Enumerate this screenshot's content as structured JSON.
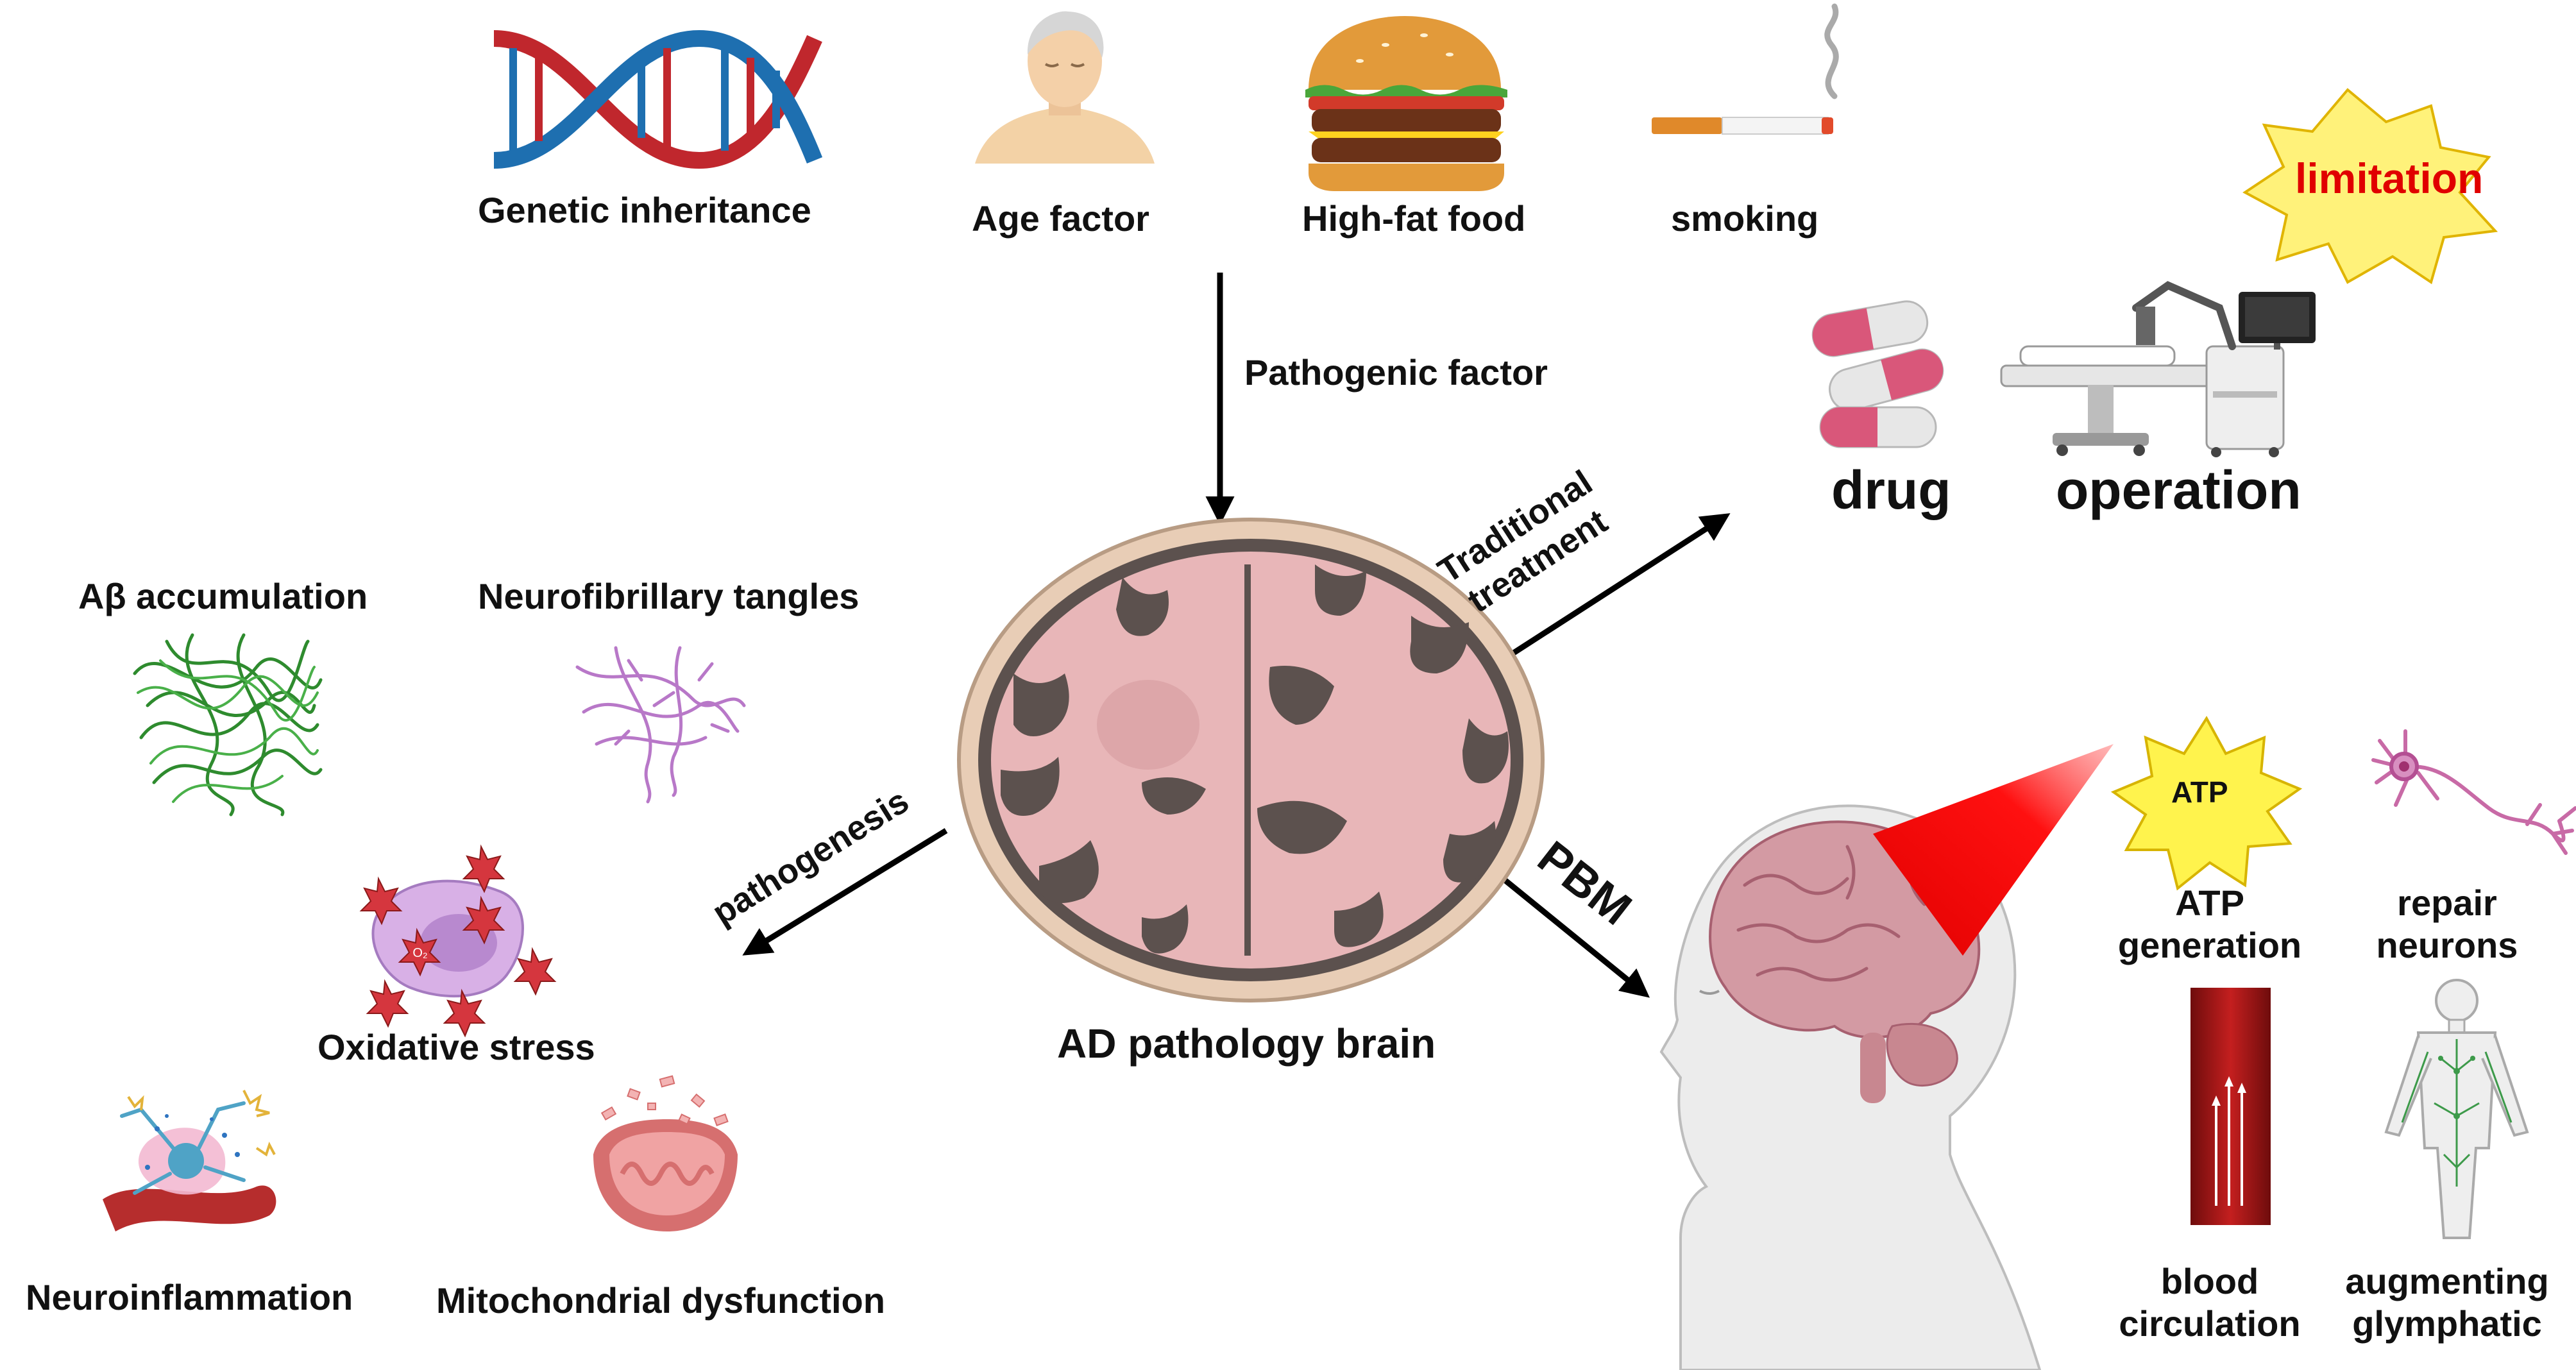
{
  "risk_factors": {
    "genetic": "Genetic inheritance",
    "age": "Age factor",
    "food": "High-fat food",
    "smoking": "smoking"
  },
  "arrows": {
    "pathogenic": "Pathogenic factor",
    "traditional_line1": "Traditional",
    "traditional_line2": "treatment",
    "pathogenesis": "pathogenesis",
    "pbm": "PBM"
  },
  "center": {
    "label": "AD pathology brain"
  },
  "treatment": {
    "limitation": "limitation",
    "drug": "drug",
    "operation": "operation"
  },
  "pathology": {
    "abeta": "Aβ accumulation",
    "tangles": "Neurofibrillary tangles",
    "oxidative": "Oxidative stress",
    "inflammation": "Neuroinflammation",
    "mito": "Mitochondrial dysfunction",
    "o2_label": "O₂"
  },
  "pbm_effects": {
    "atp_badge": "ATP",
    "atp_line1": "ATP",
    "atp_line2": "generation",
    "repair_line1": "repair",
    "repair_line2": "neurons",
    "blood_line1": "blood",
    "blood_line2": "circulation",
    "glymph_line1": "augmenting",
    "glymph_line2": "glymphatic"
  },
  "colors": {
    "text": "#111111",
    "limitation_text": "#e00000",
    "limitation_fill": "#fff27a",
    "atp_fill": "#fff34d",
    "laser": "#ff1a1a",
    "brain_pink": "#e8b6b8",
    "pill_pink": "#d9577a"
  }
}
